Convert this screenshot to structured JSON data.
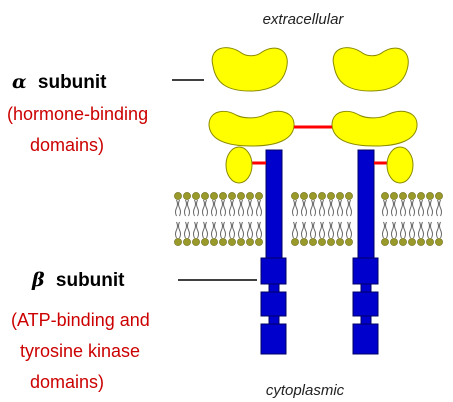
{
  "labels": {
    "extracellular": "extracellular",
    "cytoplasmic": "cytoplasmic",
    "alpha": {
      "symbol": "α",
      "name": "subunit",
      "desc_line1": "(hormone-binding",
      "desc_line2": "domains)"
    },
    "beta": {
      "symbol": "β",
      "name": "subunit",
      "desc_line1": "(ATP-binding and",
      "desc_line2": "tyrosine kinase",
      "desc_line3": "domains)"
    }
  },
  "colors": {
    "alpha_subunit_fill": "#ffff00",
    "alpha_subunit_outline": "#8a8a00",
    "beta_subunit_fill": "#0000cc",
    "beta_subunit_outline": "#000066",
    "membrane_head": "#9a9a2a",
    "disulfide_bond": "#ff0000",
    "description_text": "#cc0000",
    "label_text": "#000000"
  }
}
